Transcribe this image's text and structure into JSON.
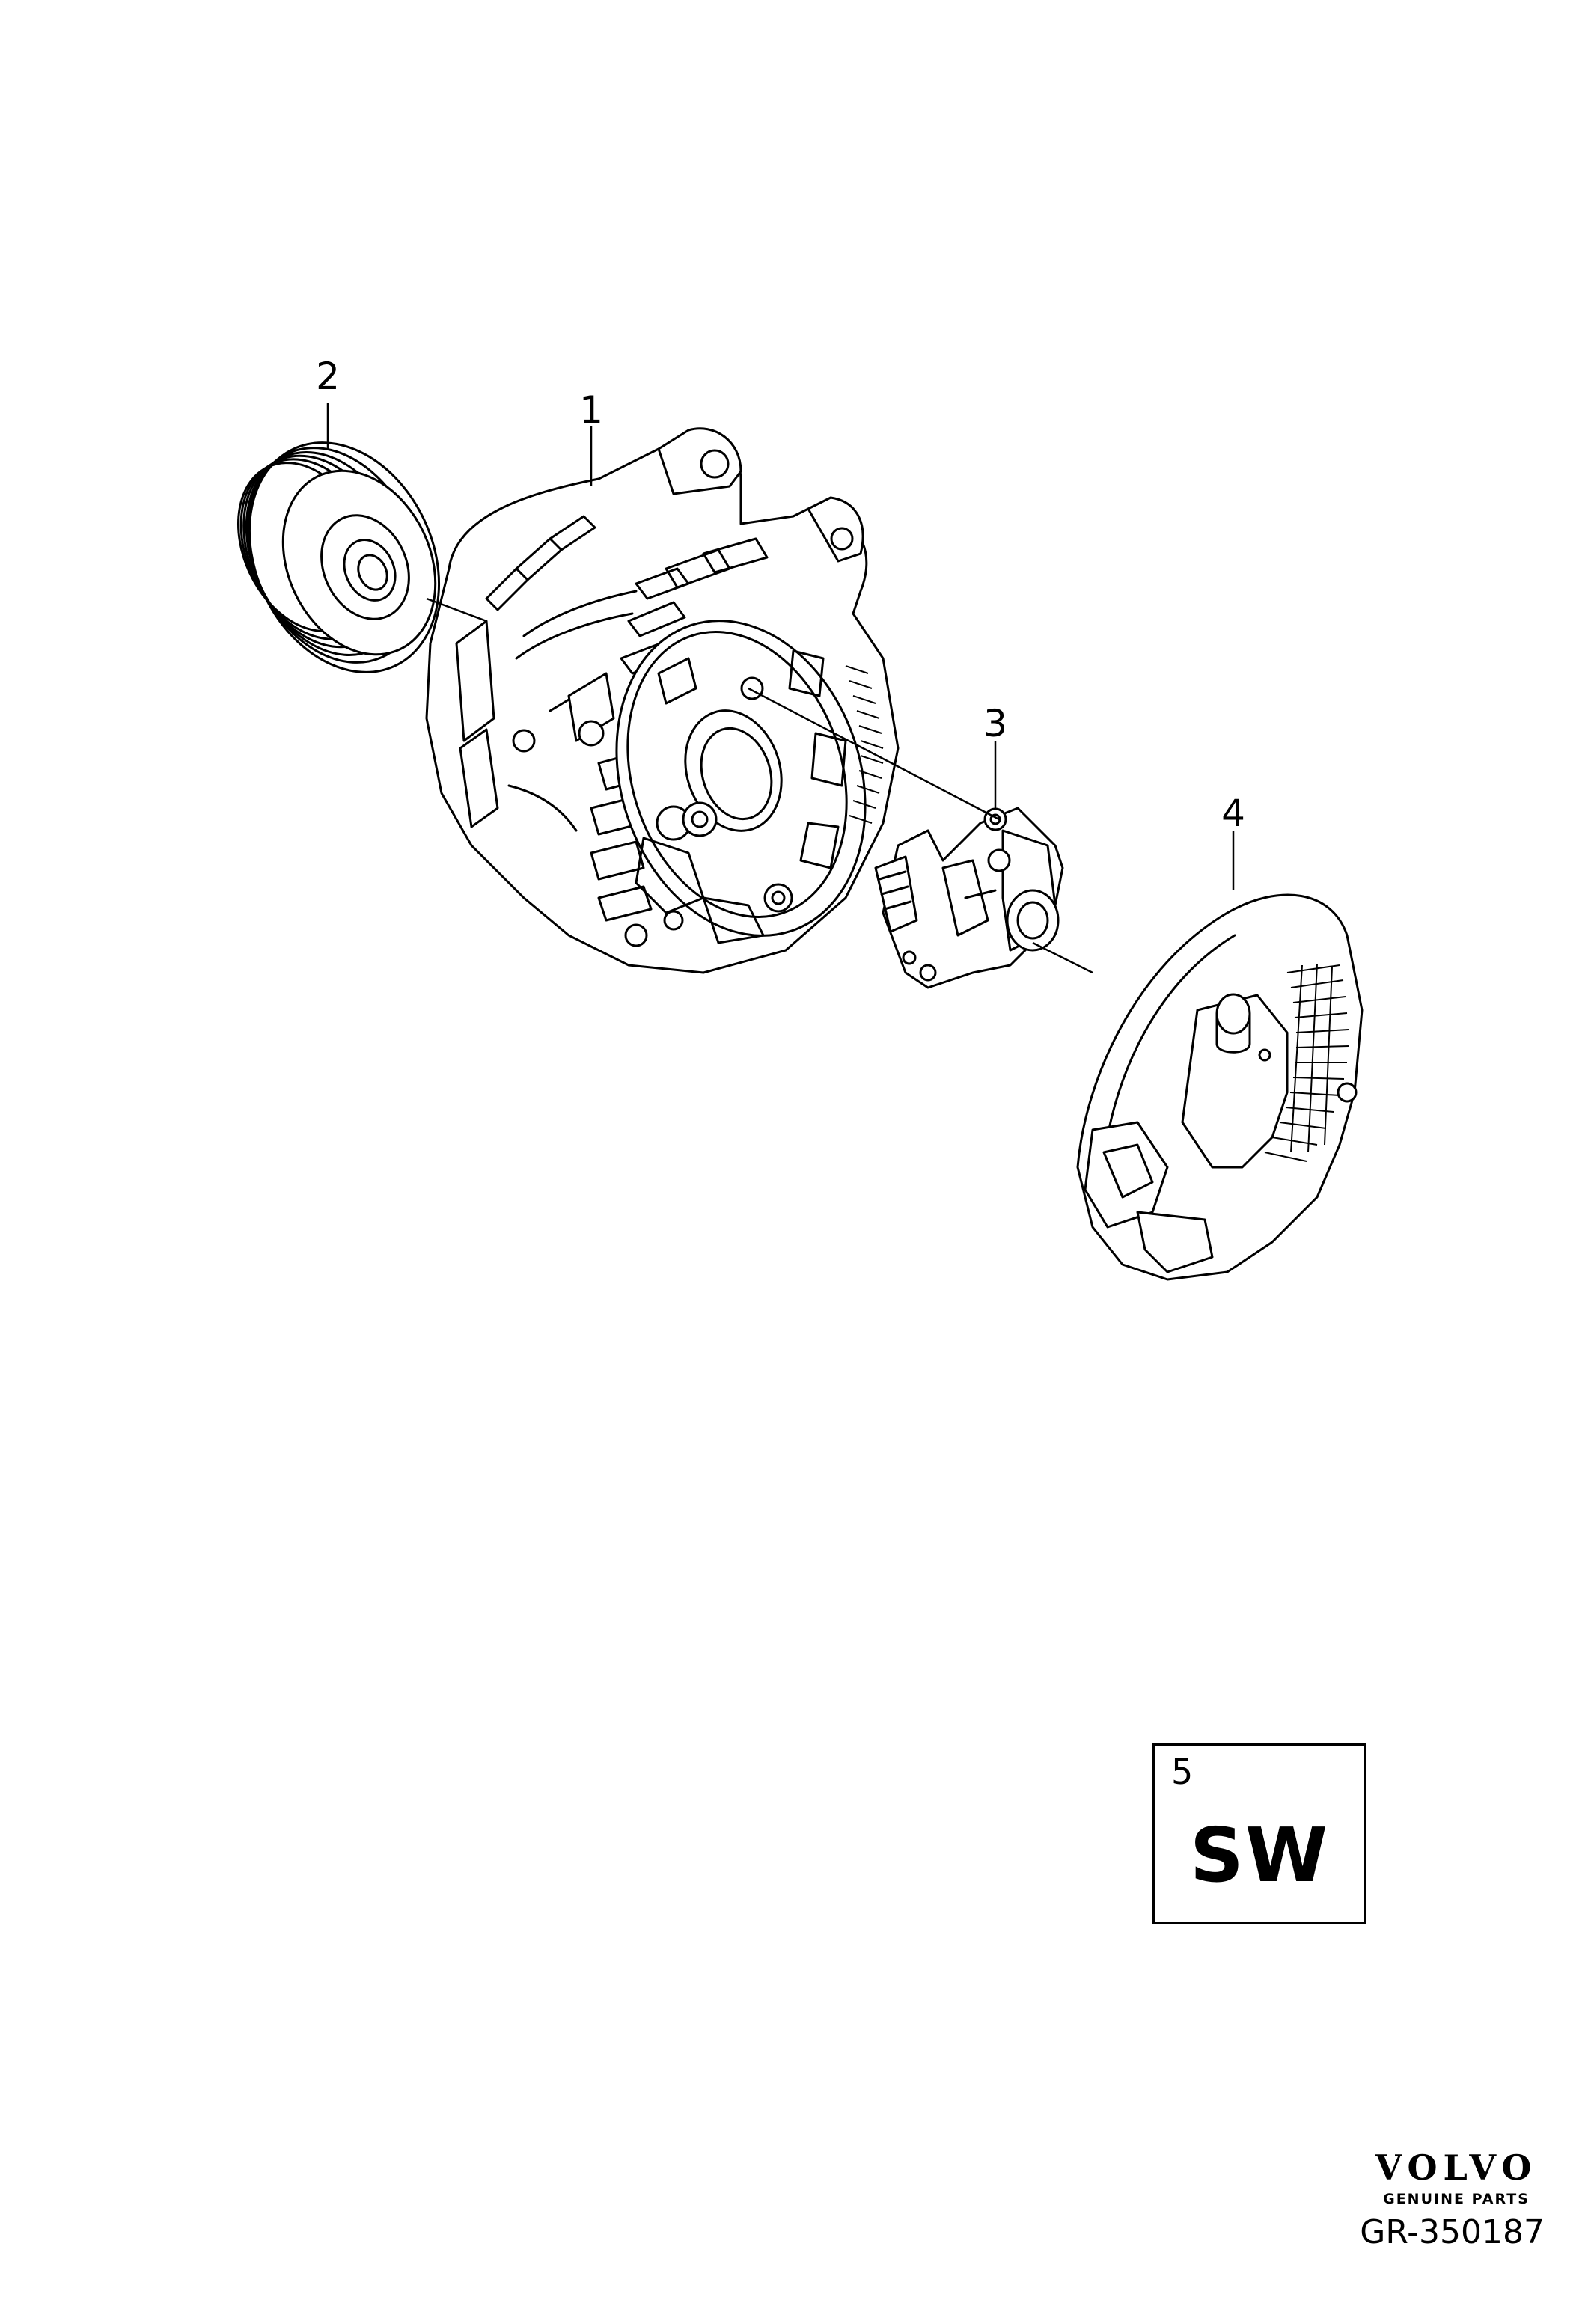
{
  "callouts": [
    {
      "id": "1",
      "label": "1"
    },
    {
      "id": "2",
      "label": "2"
    },
    {
      "id": "3",
      "label": "3"
    },
    {
      "id": "4",
      "label": "4"
    }
  ],
  "software_box": {
    "number": "5",
    "code": "SW"
  },
  "brand": {
    "logo": "VOLVO",
    "subtitle": "GENUINE PARTS"
  },
  "drawing_id": "GR-350187"
}
